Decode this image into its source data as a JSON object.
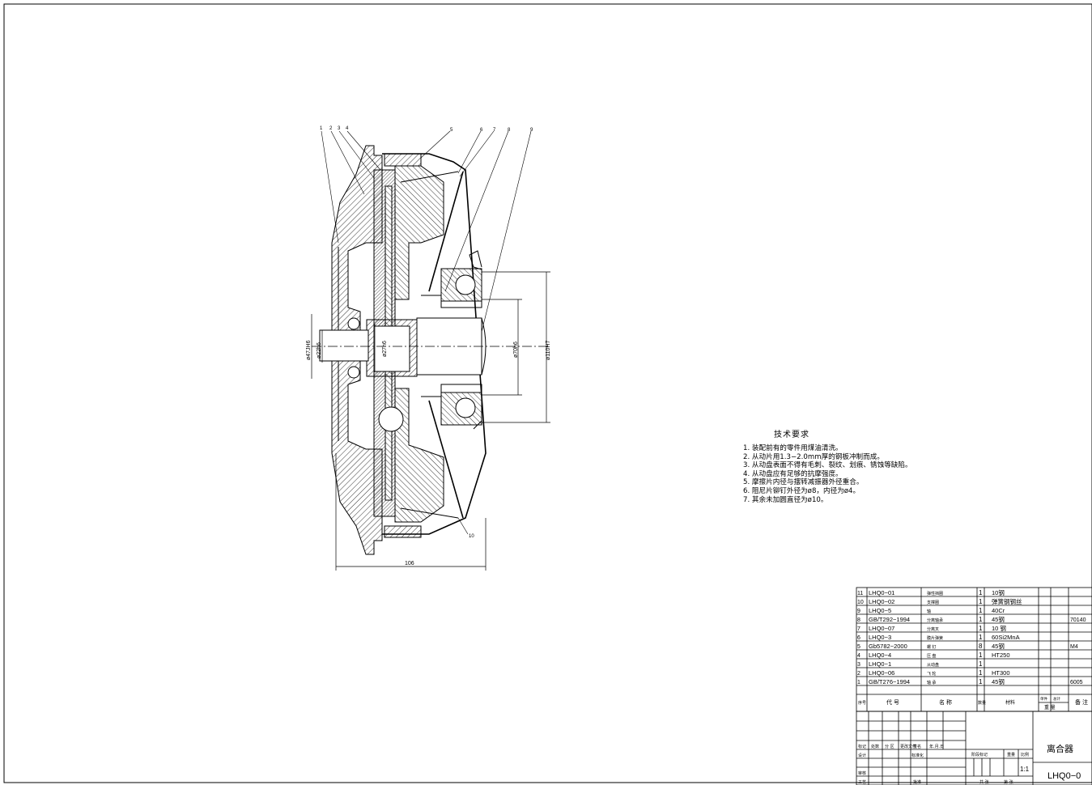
{
  "part_labels": [
    "1",
    "2",
    "3",
    "4",
    "5",
    "6",
    "7",
    "8",
    "9",
    "10"
  ],
  "dimensions": {
    "overall_length": "106",
    "bore_a": "ø47JH6",
    "bore_b": "ø22h6",
    "spline": "ø27h6",
    "shaft": "ø70h6",
    "housing": "ø110H7"
  },
  "tech_requirements": {
    "title": "技术要求",
    "items": [
      "1. 装配前有的零件用煤油清洗。",
      "2. 从动片用1.3−2.0mm厚的钢板冲制而成。",
      "3. 从动盘表面不得有毛刺、裂纹、划痕、锈蚀等缺陷。",
      "4. 从动盘应有足够的抗摩强度。",
      "5. 摩擦片内径与摆转减振器外径重合。",
      "6. 阻尼片铆钉外径为ø8，内径为ø4。",
      "7. 其余未加圆直径为ø10。"
    ]
  },
  "bom": {
    "rows": [
      {
        "no": "11",
        "code": "LHQ0−01",
        "name": "弹性挡圈",
        "qty": "1",
        "material": "10钢",
        "note": ""
      },
      {
        "no": "10",
        "code": "LHQ0−02",
        "name": "支撑圈",
        "qty": "1",
        "material": "弹簧钢钢丝",
        "note": ""
      },
      {
        "no": "9",
        "code": "LHQ0−5",
        "name": "轴",
        "qty": "1",
        "material": "40Cr",
        "note": ""
      },
      {
        "no": "8",
        "code": "GB/T292−1994",
        "name": "分离轴承",
        "qty": "1",
        "material": "45钢",
        "note": "70140"
      },
      {
        "no": "7",
        "code": "LHQ0−07",
        "name": "分离叉",
        "qty": "1",
        "material": "10 钢",
        "note": ""
      },
      {
        "no": "6",
        "code": "LHQ0−3",
        "name": "膜片弹簧",
        "qty": "1",
        "material": "60Si2MnA",
        "note": ""
      },
      {
        "no": "5",
        "code": "Gb5782−2000",
        "name": "螺 钉",
        "qty": "8",
        "material": "45钢",
        "note": "M4"
      },
      {
        "no": "4",
        "code": "LHQ0−4",
        "name": "压 盘",
        "qty": "1",
        "material": "HT250",
        "note": ""
      },
      {
        "no": "3",
        "code": "LHQ0−1",
        "name": "从动盘",
        "qty": "1",
        "material": "",
        "note": ""
      },
      {
        "no": "2",
        "code": "LHQ0−06",
        "name": "飞 轮",
        "qty": "1",
        "material": "HT300",
        "note": ""
      },
      {
        "no": "1",
        "code": "GB/T276−1994",
        "name": "轴 承",
        "qty": "1",
        "material": "45钢",
        "note": "6005"
      }
    ],
    "header": {
      "no": "序号",
      "code": "代 号",
      "name": "名 称",
      "qty": "数量",
      "material": "材料",
      "weight_single": "单件",
      "weight_total": "总计",
      "weight": "重 量",
      "note": "备 注"
    }
  },
  "title_block": {
    "title": "离合器",
    "drawing_no": "LHQ0−0",
    "scale": "1:1",
    "labels": {
      "mark": "标记",
      "count": "处数",
      "zone": "分 区",
      "change": "更改文件",
      "sign": "签名",
      "date": "年.月.日",
      "design": "设计",
      "std": "标准化",
      "review": "审核",
      "process": "工艺",
      "approve": "批准",
      "stage": "阶段标记",
      "weight": "重量",
      "scale_lbl": "比例",
      "total": "共 张",
      "sheet": "第 张"
    }
  }
}
